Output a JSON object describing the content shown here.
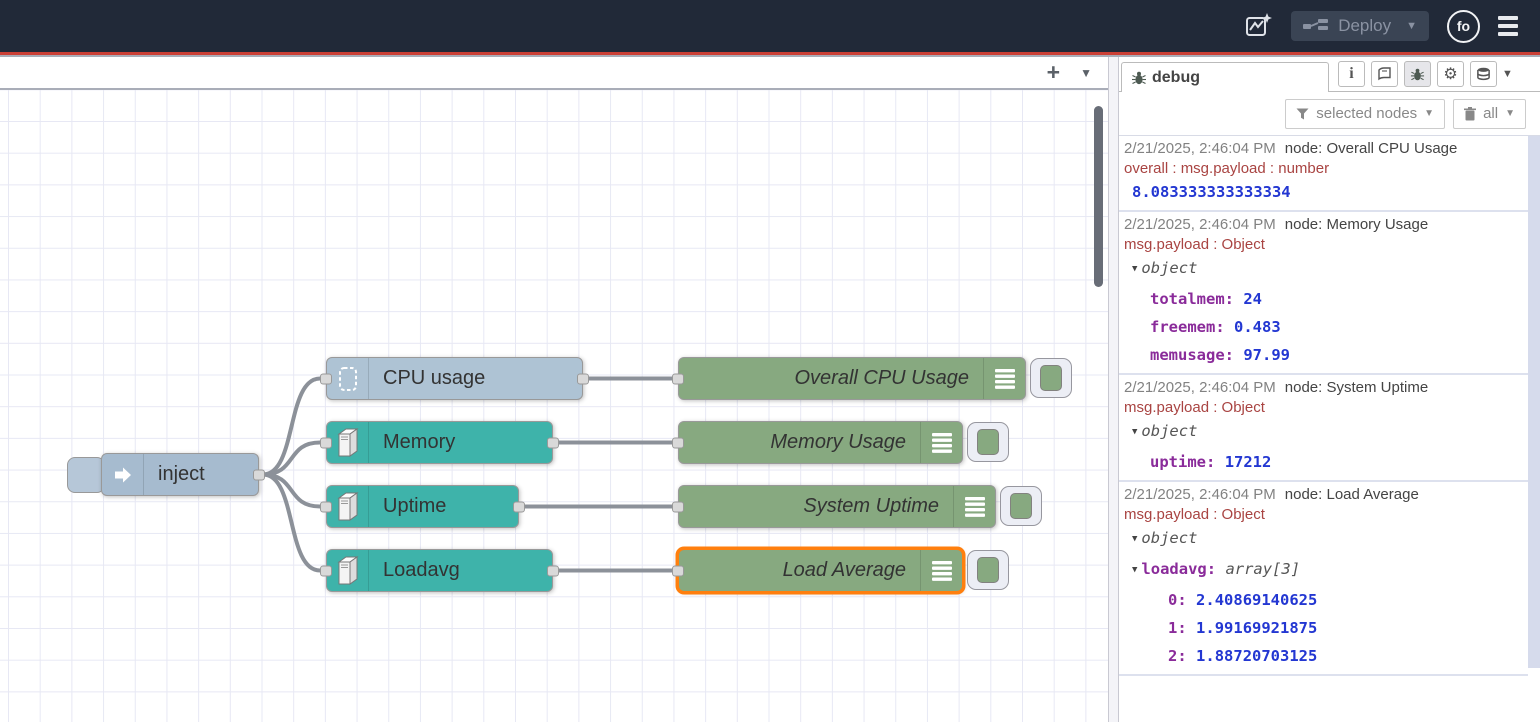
{
  "header": {
    "deploy_label": "Deploy",
    "avatar_label": "fo"
  },
  "workspace_tabbar": {
    "add_label": "+",
    "caret": "▼"
  },
  "flow": {
    "inject_label": "inject",
    "source_nodes": [
      {
        "label": "CPU usage"
      },
      {
        "label": "Memory"
      },
      {
        "label": "Uptime"
      },
      {
        "label": "Loadavg"
      }
    ],
    "debug_nodes": [
      {
        "label": "Overall CPU Usage"
      },
      {
        "label": "Memory Usage"
      },
      {
        "label": "System Uptime"
      },
      {
        "label": "Load Average",
        "selected": true
      }
    ],
    "colors": {
      "inject": "#a6bbcf",
      "cpu": "#aec3d4",
      "os": "#3eb3aa",
      "debug": "#87a980",
      "selected": "#ff7f0e"
    }
  },
  "sidebar": {
    "tab_label": "debug",
    "filter_label": "selected nodes",
    "clear_label": "all",
    "messages": [
      {
        "timestamp": "2/21/2025, 2:46:04 PM",
        "source": "node: Overall CPU Usage",
        "property": "overall : msg.payload : number",
        "value": "8.083333333333334"
      },
      {
        "timestamp": "2/21/2025, 2:46:04 PM",
        "source": "node: Memory Usage",
        "property": "msg.payload : Object",
        "root": "object",
        "entries": [
          {
            "key": "totalmem",
            "value": "24"
          },
          {
            "key": "freemem",
            "value": "0.483"
          },
          {
            "key": "memusage",
            "value": "97.99"
          }
        ]
      },
      {
        "timestamp": "2/21/2025, 2:46:04 PM",
        "source": "node: System Uptime",
        "property": "msg.payload : Object",
        "root": "object",
        "entries": [
          {
            "key": "uptime",
            "value": "17212"
          }
        ]
      },
      {
        "timestamp": "2/21/2025, 2:46:04 PM",
        "source": "node: Load Average",
        "property": "msg.payload : Object",
        "root": "object",
        "array_key": "loadavg",
        "array_type": "array[3]",
        "items": [
          {
            "key": "0",
            "value": "2.40869140625"
          },
          {
            "key": "1",
            "value": "1.99169921875"
          },
          {
            "key": "2",
            "value": "1.88720703125"
          }
        ]
      }
    ]
  }
}
